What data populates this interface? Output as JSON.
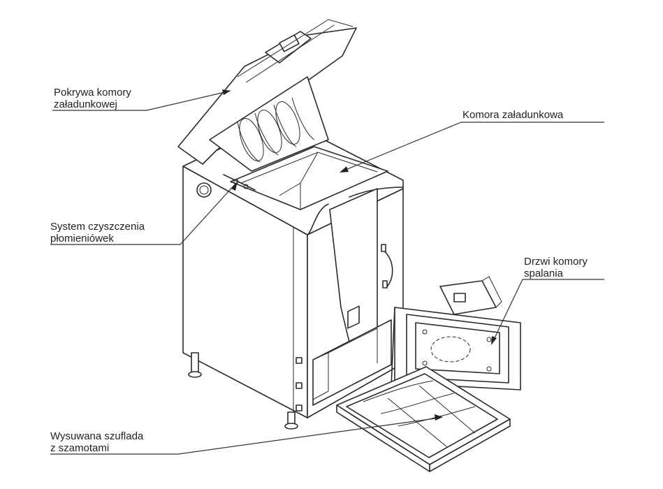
{
  "labels": {
    "lid": {
      "line1": "Pokrywa komory",
      "line2": "załadunkowej"
    },
    "chamber": {
      "line1": "Komora załadunkowa"
    },
    "cleaning": {
      "line1": "System czyszczenia",
      "line2": "płomieniówek"
    },
    "door": {
      "line1": "Drzwi komory",
      "line2": "spalania"
    },
    "drawer": {
      "line1": "Wysuwana szuflada",
      "line2": "z szamotami"
    }
  },
  "colors": {
    "line": "#2a2a2a",
    "text": "#222222",
    "background": "#ffffff"
  }
}
